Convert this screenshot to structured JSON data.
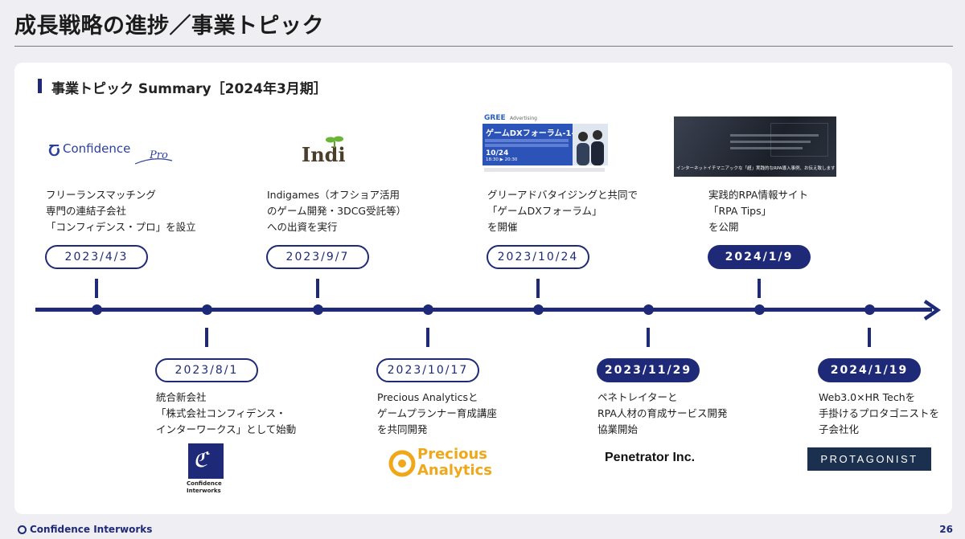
{
  "page": {
    "title": "成長戦略の進捗／事業トピック",
    "section_title": "事業トピック Summary［2024年3月期］",
    "page_number": "26"
  },
  "footer": {
    "logo_text": "Confidence Interworks"
  },
  "colors": {
    "navy": "#1e2a78",
    "orange": "#f0a81a"
  },
  "events": [
    {
      "date": "2023/4/3",
      "style": "outline",
      "side": "top",
      "desc": "フリーランスマッチング\n専門の連結子会社\n「コンフィデンス・プロ」を設立",
      "logo": "Confidence Pro"
    },
    {
      "date": "2023/8/1",
      "style": "outline",
      "side": "bottom",
      "desc": "統合新会社\n「株式会社コンフィデンス・\nインターワークス」として始動",
      "logo": "Confidence Interworks"
    },
    {
      "date": "2023/9/7",
      "style": "outline",
      "side": "top",
      "desc": "Indigames（オフショア活用\nのゲーム開発・3DCG受託等）\nへの出資を実行",
      "logo": "Indi"
    },
    {
      "date": "2023/10/17",
      "style": "outline",
      "side": "bottom",
      "desc": "Precious Analyticsと\nゲームプランナー育成講座\nを共同開発",
      "logo": "Precious Analytics"
    },
    {
      "date": "2023/10/24",
      "style": "outline",
      "side": "top",
      "desc": "グリーアドバタイジングと共同で\n「ゲームDXフォーラム」\nを開催",
      "logo": "GREE Advertising ゲームDXフォーラム-1-"
    },
    {
      "date": "2023/11/29",
      "style": "filled",
      "side": "bottom",
      "desc": "ペネトレイターと\nRPA人材の育成サービス開発\n協業開始",
      "logo": "Penetrator Inc."
    },
    {
      "date": "2024/1/9",
      "style": "filled",
      "side": "top",
      "desc": "実践的RPA情報サイト\n「RPA Tips」\nを公開",
      "logo": "インターネットイチマニアックな「超」実践的なRPA導入事例、お伝え致します"
    },
    {
      "date": "2024/1/19",
      "style": "filled",
      "side": "bottom",
      "desc": "Web3.0×HR Techを\n手掛けるプロタゴニストを\n子会社化",
      "logo": "PROTAGONIST"
    }
  ],
  "thumb_gree": {
    "brand": "GREE",
    "brand_sub": "Advertising",
    "title": "ゲームDXフォーラム-1-",
    "date": "10/24",
    "time": "18:30 ▶ 20:30"
  },
  "logo_texts": {
    "confidence_pro_main": "Confidence",
    "confidence_pro_sub": "Pro",
    "indi": "Indi",
    "ci_line1": "Confidence",
    "ci_line2": "Interworks",
    "precious_1": "Precious",
    "precious_2": "Analytics"
  }
}
